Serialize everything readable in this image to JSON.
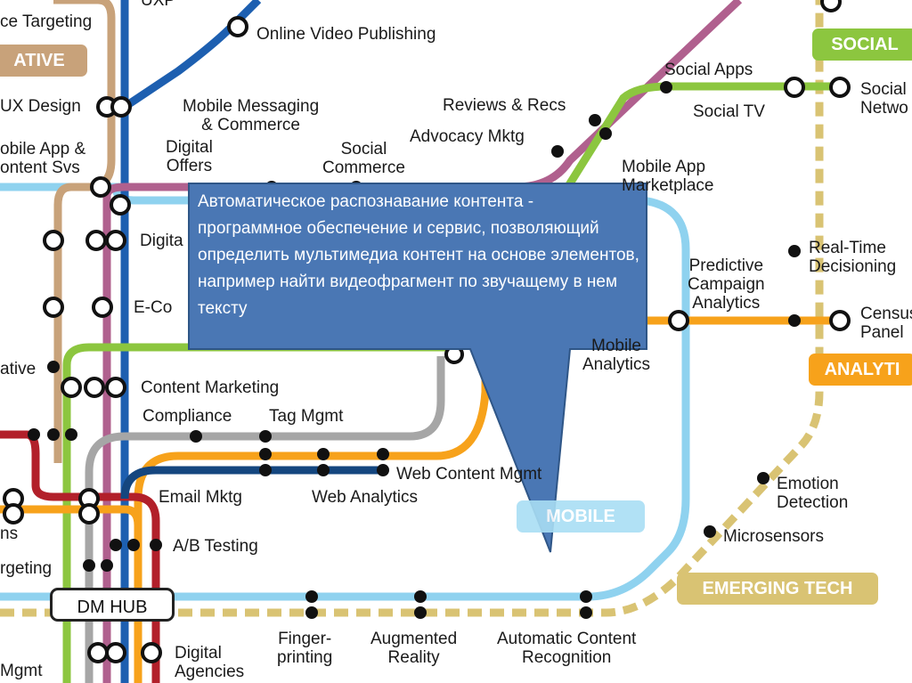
{
  "labels": {
    "audience_targeting": "ce Targeting",
    "uxp": "UXP",
    "online_video_publishing": "Online Video Publishing",
    "ux_design": "UX Design",
    "mobile_app_content": "obile App &\nontent Svs",
    "mobile_messaging": "Mobile Messaging\n& Commerce",
    "digital_offers": "Digital\nOffers",
    "social_commerce": "Social\nCommerce",
    "reviews_recs": "Reviews & Recs",
    "advocacy_mktg": "Advocacy Mktg",
    "social_apps": "Social Apps",
    "social_tv": "Social TV",
    "social_network": "Social\nNetwo",
    "mobile_app_marketplace": "Mobile App\nMarketplace",
    "digital": "Digita",
    "e_commerce": "E-Co",
    "real_time_decisioning": "Real-Time\nDecisioning",
    "predictive_campaign_analytics": "Predictive\nCampaign\nAnalytics",
    "census_panel": "Census\nPanel",
    "creative_side": "ative",
    "mobile_analytics": "Mobile\nAnalytics",
    "content_marketing": "Content Marketing",
    "compliance": "Compliance",
    "tag_mgmt": "Tag Mgmt",
    "web_content": "Web Content Mgmt",
    "web_analytics": "Web Analytics",
    "email_mktg": "Email Mktg",
    "ns": "ns",
    "ab_testing": "A/B Testing",
    "targeting": "rgeting",
    "emotion_detection": "Emotion\nDetection",
    "microsensors": "Microsensors",
    "fingerprinting": "Finger-\nprinting",
    "augmented_reality": "Augmented\nReality",
    "automatic_content_recognition": "Automatic Content\nRecognition",
    "digital_agencies": "Digital\nAgencies",
    "mgmt": "Mgmt"
  },
  "badges": {
    "creative": "ATIVE",
    "social": "SOCIAL",
    "analytics": "ANALYTI",
    "mobile": "MOBILE",
    "emerging_tech": "EMERGING TECH"
  },
  "hub": "DM HUB",
  "callout": {
    "text": "Автоматическое распознавание контента - программное обеспечение и  сервис, позволяющий определить мультимедиа контент на основе элементов, например найти видеофрагмент по звучащему в нем тексту"
  },
  "colors": {
    "creative_line": "#c8a27a",
    "blue_line": "#1d5fb0",
    "purple_line": "#b0608e",
    "social_line": "#8cc63f",
    "lightblue_line": "#8fd2ef",
    "orange_line": "#f7a21b",
    "gray_line": "#a6a6a6",
    "red_line": "#b2202a",
    "navy_line": "#14467f",
    "emerging_line": "#d9c373",
    "callout_fill": "#4a77b4"
  }
}
